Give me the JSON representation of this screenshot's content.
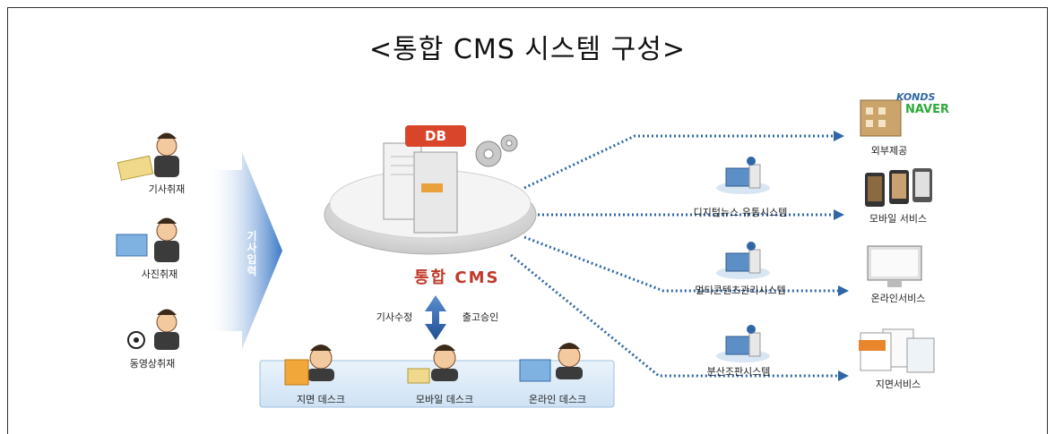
{
  "title": "<통합 CMS 시스템 구성>",
  "db_label": "DB",
  "cms_label": "통합 CMS",
  "arrow_label": "기사입력",
  "inputs": [
    "기사취재",
    "사진취재",
    "동영상취재"
  ],
  "edit_left": "기사수정",
  "edit_right": "출고승인",
  "desks": [
    "지면 데스크",
    "모바일 데스크",
    "온라인 데스크"
  ],
  "systems": [
    "디지털뉴스 유통시스템",
    "멀티콘텐츠관리시스템",
    "분산조판시스템"
  ],
  "outputs": [
    "외부제공",
    "모바일 서비스",
    "온라인서비스",
    "지면서비스"
  ],
  "logos": {
    "top": "KONDS",
    "bottom": "NAVER"
  },
  "colors": {
    "arrow": "#3a6fb0",
    "dots": "#2f66a8",
    "db": "#d9452a",
    "panel": "#dceaf7"
  }
}
